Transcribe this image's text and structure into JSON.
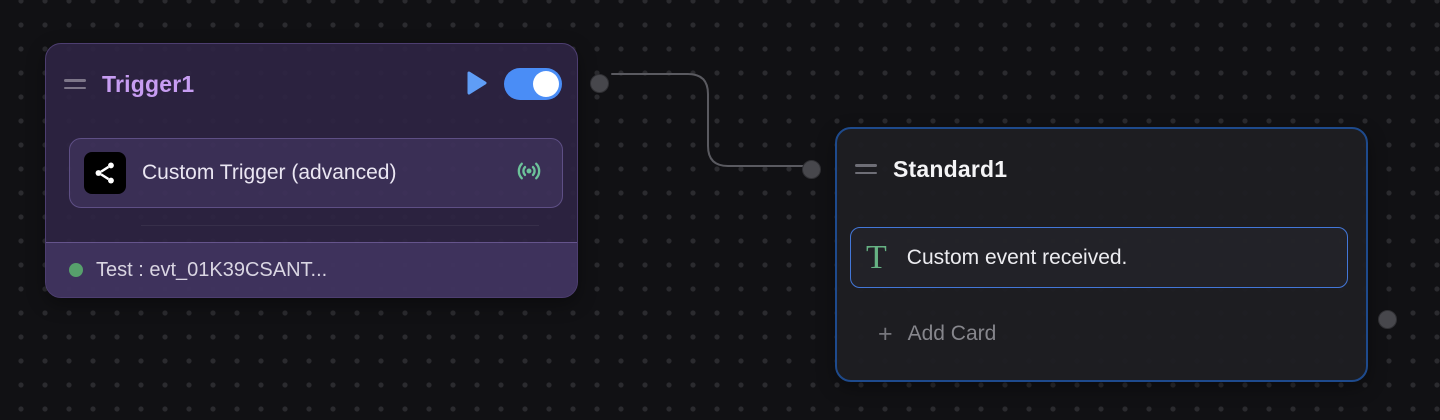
{
  "canvas": {
    "background_color": "#111114",
    "dot_color": "#2b2b2f"
  },
  "edge": {
    "from": "Trigger1",
    "to": "Standard1",
    "color": "#5a5a60"
  },
  "trigger_node": {
    "title": "Trigger1",
    "title_color": "#c79df2",
    "toggle_state": "on",
    "toggle_color": "#4a8df6",
    "card": {
      "label": "Custom Trigger (advanced)",
      "leading_icon": "share-icon",
      "trailing_icon": "broadcast-icon",
      "trailing_icon_color": "#6cc29a"
    },
    "footer": {
      "status_dot_color": "#57a06c",
      "status_text": "Test : evt_01K39CSANT..."
    }
  },
  "standard_node": {
    "title": "Standard1",
    "border_color": "#1e4a8c",
    "card": {
      "label": "Custom event received.",
      "icon_glyph": "T",
      "icon_color": "#66b283"
    },
    "add_card": {
      "plus": "+",
      "label": "Add Card"
    }
  }
}
